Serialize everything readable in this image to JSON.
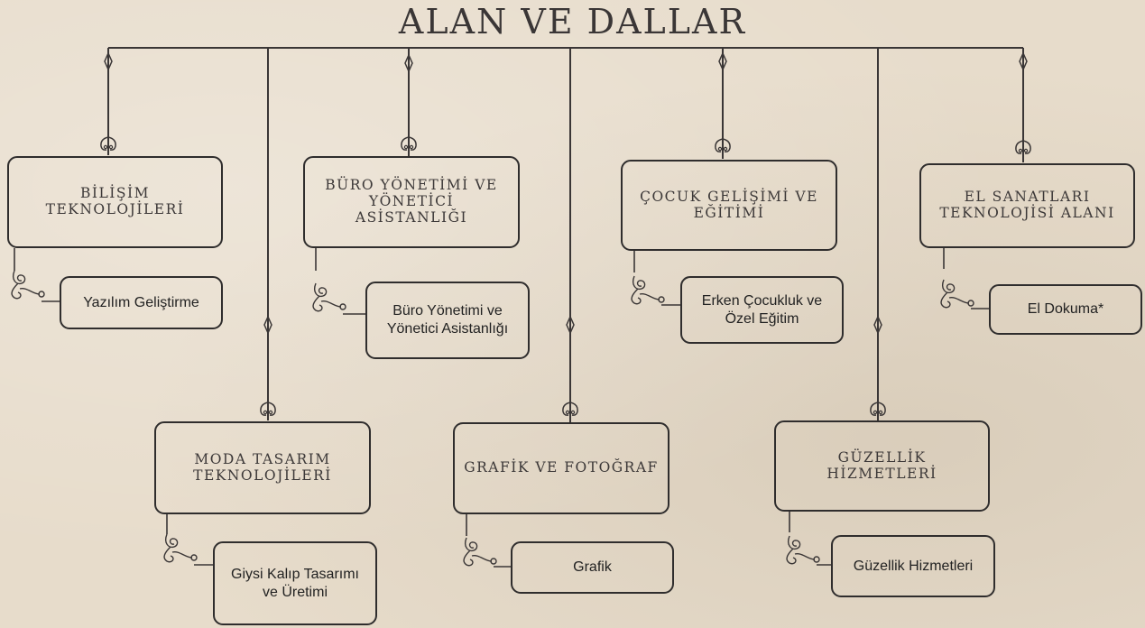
{
  "title": "ALAN VE DALLAR",
  "areas": [
    {
      "name": "BİLİŞİM TEKNOLOJİLERİ",
      "branch": "Yazılım Geliştirme"
    },
    {
      "name": "MODA TASARIM TEKNOLOJİLERİ",
      "branch": "Giysi Kalıp Tasarımı ve Üretimi"
    },
    {
      "name": "BÜRO YÖNETİMİ VE YÖNETİCİ ASİSTANLIĞI",
      "branch": "Büro Yönetimi ve Yönetici Asistanlığı"
    },
    {
      "name": "GRAFİK VE FOTOĞRAF",
      "branch": "Grafik"
    },
    {
      "name": "ÇOCUK GELİŞİMİ VE EĞİTİMİ",
      "branch": "Erken Çocukluk ve Özel Eğitim"
    },
    {
      "name": "GÜZELLİK HİZMETLERİ",
      "branch": "Güzellik Hizmetleri"
    },
    {
      "name": "EL SANATLARI TEKNOLOJİSİ ALANI",
      "branch": "El Dokuma*"
    }
  ]
}
